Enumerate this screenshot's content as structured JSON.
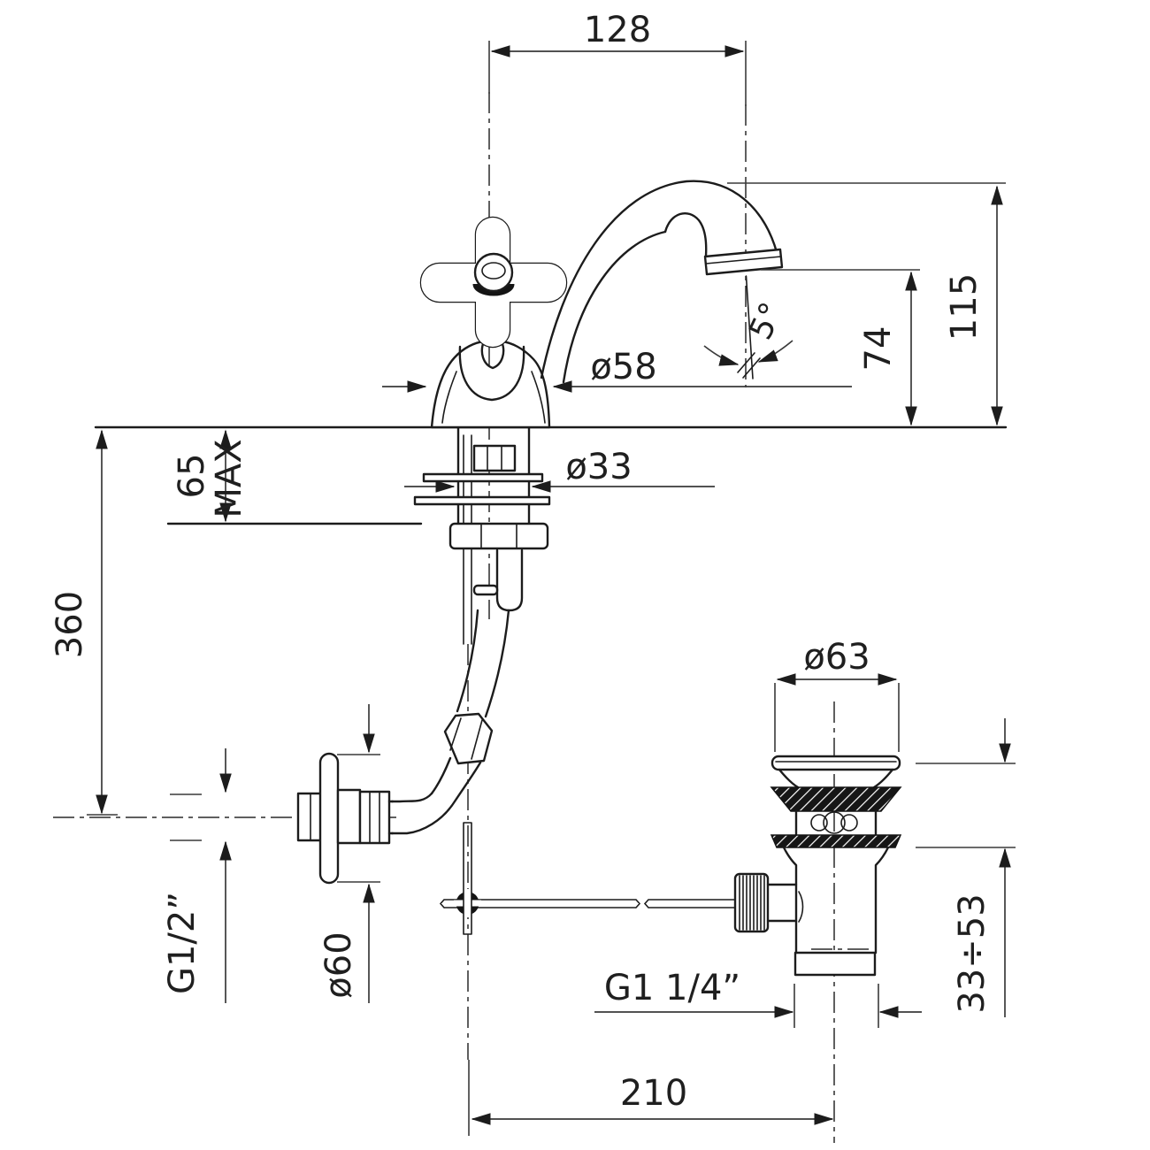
{
  "drawing": {
    "labels": {
      "spout_reach": "128",
      "spout_height": "115",
      "outlet_height": "74",
      "outlet_angle": "5°",
      "body_base_dia": "ø58",
      "shank_dia": "ø33",
      "deck_max_value": "65",
      "deck_max_suffix": "MAX",
      "supply_drop": "360",
      "supply_thread": "G1/2”",
      "escutcheon_dia": "ø60",
      "waste_flange_dia": "ø63",
      "basin_thickness_range": "33÷53",
      "waste_thread": "G1 1/4”",
      "waste_offset": "210"
    }
  }
}
